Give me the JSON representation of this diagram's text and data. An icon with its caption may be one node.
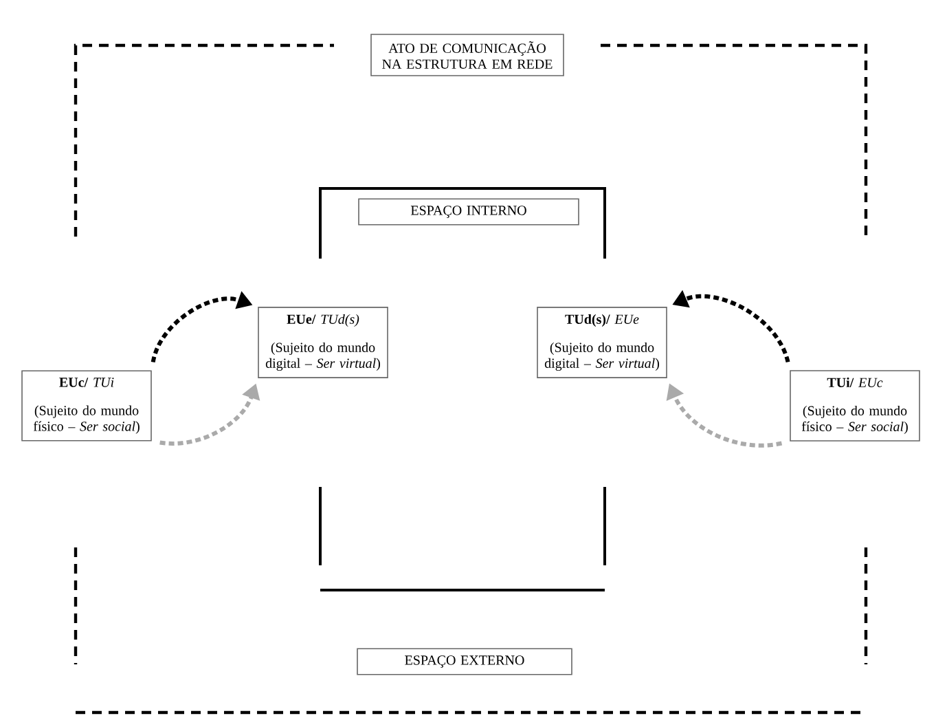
{
  "diagram": {
    "nodes": [
      {
        "text": [
          "ATO DE COMUNICAÇÃO NA ESTRUTURA EM REDE"
        ]
      },
      {
        "text": [
          "ESPAÇO INTERNO"
        ]
      },
      {
        "text": [
          "**EUe/** *TUd(s)*",
          "(Sujeito do mundo digital – *Ser virtual*)"
        ]
      },
      {
        "text": [
          "**TUd(s)/** *EUe*",
          "(Sujeito do mundo digital – *Ser virtual*)"
        ]
      },
      {
        "text": [
          "**EUc/** *TUi*",
          "(Sujeito do mundo físico – *Ser social*)"
        ]
      },
      {
        "text": [
          "**TUi/** *EUc*",
          "(Sujeito do mundo físico – *Ser social*)"
        ]
      },
      {
        "text": [
          "ESPAÇO EXTERNO"
        ]
      }
    ],
    "edges": [
      {
        "from": 4,
        "to": 2,
        "arrow": "to",
        "style": "dashed"
      },
      {
        "from": 5,
        "to": 3,
        "arrow": "to",
        "style": "dashed"
      },
      {
        "from": 4,
        "to": 2,
        "arrow": "to",
        "style": "dashed",
        "color": "#aaaaaa"
      },
      {
        "from": 5,
        "to": 3,
        "arrow": "to",
        "style": "dashed",
        "color": "#aaaaaa"
      }
    ]
  }
}
